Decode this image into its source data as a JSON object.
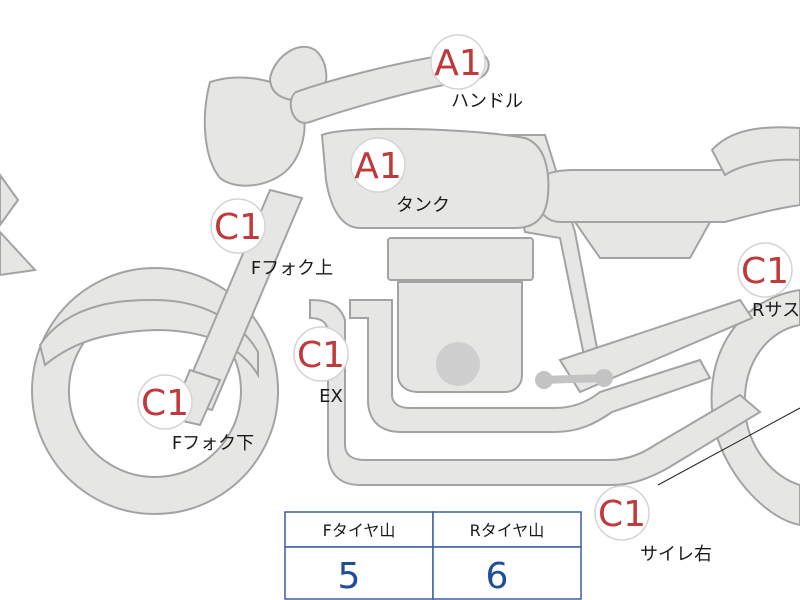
{
  "parts": [
    {
      "id": "handle",
      "grade": "A1",
      "label": "ハンドル"
    },
    {
      "id": "tank",
      "grade": "A1",
      "label": "タンク"
    },
    {
      "id": "fork-upper",
      "grade": "C1",
      "label": "Fフォク上"
    },
    {
      "id": "rear-suspension",
      "grade": "C1",
      "label": "Rサス"
    },
    {
      "id": "exhaust",
      "grade": "C1",
      "label": "EX"
    },
    {
      "id": "fork-lower",
      "grade": "C1",
      "label": "Fフォク下"
    },
    {
      "id": "muffler-right",
      "grade": "C1",
      "label": "サイレ右"
    }
  ],
  "tires": {
    "front_header": "Fタイヤ山",
    "rear_header": "Rタイヤ山",
    "front_value": "5",
    "rear_value": "6"
  },
  "colors": {
    "grade": "#c0393b",
    "tire_value": "#1f4e99",
    "part_fill": "#e6e6e5",
    "part_stroke": "#a3a3a3",
    "table_border": "#3a5fa0"
  }
}
